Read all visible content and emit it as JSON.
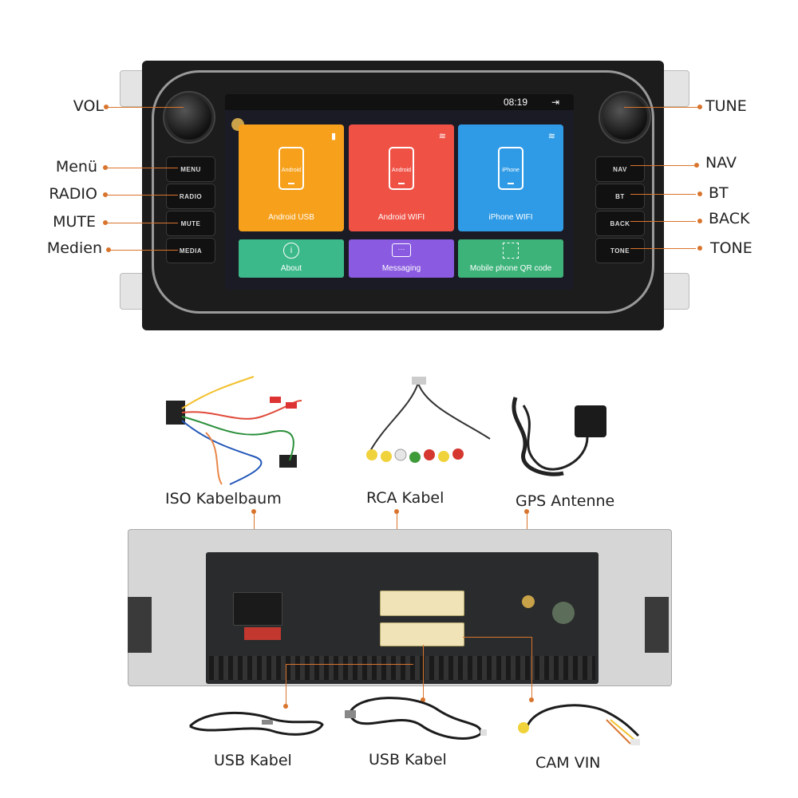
{
  "head_unit": {
    "screen": {
      "time": "08:19",
      "tiles": [
        {
          "label": "Android USB",
          "phone_text": "Android",
          "color": "#f6a01c"
        },
        {
          "label": "Android WIFI",
          "phone_text": "Android",
          "color": "#ef5145"
        },
        {
          "label": "iPhone WIFI",
          "phone_text": "iPhone",
          "color": "#2f9be6"
        }
      ],
      "small_tiles": [
        {
          "label": "About",
          "color": "#3cb98a"
        },
        {
          "label": "Messaging",
          "color": "#8a5be0"
        },
        {
          "label": "Mobile phone QR code",
          "color": "#3db37a"
        }
      ]
    },
    "buttons_left": [
      "MENU",
      "RADIO",
      "MUTE",
      "MEDIA"
    ],
    "buttons_right": [
      "NAV",
      "BT",
      "BACK",
      "TONE"
    ]
  },
  "callouts": {
    "vol": "VOL",
    "menu": "Menü",
    "radio": "RADIO",
    "mute": "MUTE",
    "medien": "Medien",
    "tune": "TUNE",
    "nav": "NAV",
    "bt": "BT",
    "back": "BACK",
    "tone": "TONE"
  },
  "accessories": {
    "iso": "ISO Kabelbaum",
    "rca": "RCA Kabel",
    "gps": "GPS Antenne",
    "usb1": "USB Kabel",
    "usb2": "USB Kabel",
    "cam": "CAM VIN"
  },
  "colors": {
    "accent": "#d9742c"
  }
}
